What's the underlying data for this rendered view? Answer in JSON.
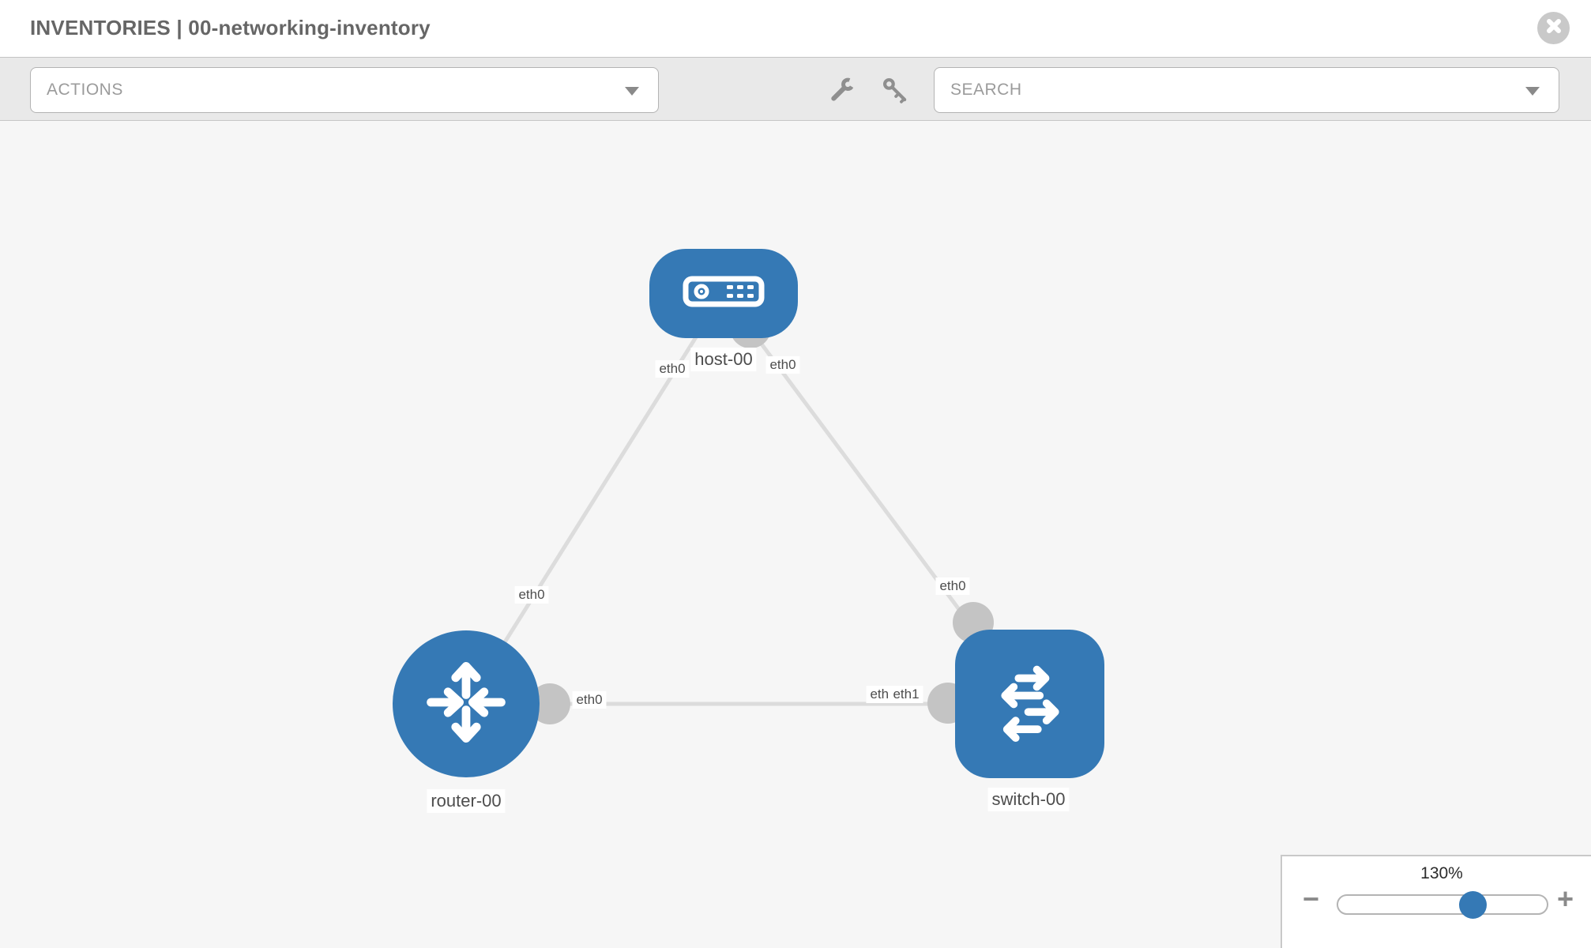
{
  "header": {
    "title": "INVENTORIES | 00-networking-inventory"
  },
  "toolbar": {
    "actions_label": "ACTIONS",
    "search_label": "SEARCH"
  },
  "graph": {
    "nodes": {
      "host": {
        "label": "host-00",
        "type": "host"
      },
      "router": {
        "label": "router-00",
        "type": "router"
      },
      "switch": {
        "label": "switch-00",
        "type": "switch"
      }
    },
    "interfaces": {
      "host_left": "eth0",
      "host_right": "eth0",
      "router_host_link": "eth0",
      "switch_host_link": "eth0",
      "router_switch_link": "eth0",
      "switch_link_under": "eth0",
      "switch_link_over": "eth1"
    },
    "links": [
      {
        "from": "host-00",
        "to": "router-00"
      },
      {
        "from": "host-00",
        "to": "switch-00"
      },
      {
        "from": "router-00",
        "to": "switch-00"
      }
    ]
  },
  "zoom": {
    "level": "130%",
    "minus": "−",
    "plus": "+"
  },
  "colors": {
    "node_blue": "#3579b5",
    "link_gray": "#dcdcdc",
    "connector_gray": "#c4c4c4",
    "toolbar_gray": "#e9e9e9",
    "canvas_bg": "#f6f6f6"
  }
}
